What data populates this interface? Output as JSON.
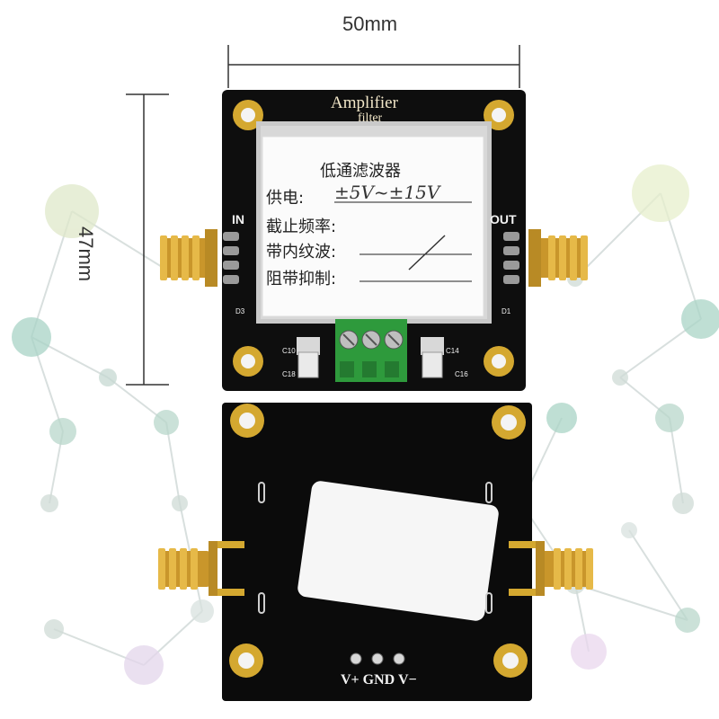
{
  "dimensions": {
    "width_label": "50mm",
    "height_label": "47mm"
  },
  "board_top": {
    "silk_title": "Amplifier",
    "silk_title_line2": "filter",
    "in_label": "IN",
    "out_label": "OUT",
    "label_sticker": {
      "title": "低通滤波器",
      "rows": [
        {
          "field": "供电:",
          "handwritten": "±5V~±15V"
        },
        {
          "field": "截止频率:",
          "handwritten": ""
        },
        {
          "field": "带内纹波:",
          "handwritten": "/"
        },
        {
          "field": "阻带抑制:",
          "handwritten": ""
        }
      ]
    },
    "components": [
      "D3",
      "D1",
      "C10",
      "C14",
      "C18",
      "C16"
    ]
  },
  "board_bottom": {
    "power_label": "V+ GND V−"
  },
  "colors": {
    "pcb": "#0e0e0e",
    "gold": "#d4a830",
    "terminal": "#2e9a3c",
    "network_node": "#a9d4c6"
  }
}
